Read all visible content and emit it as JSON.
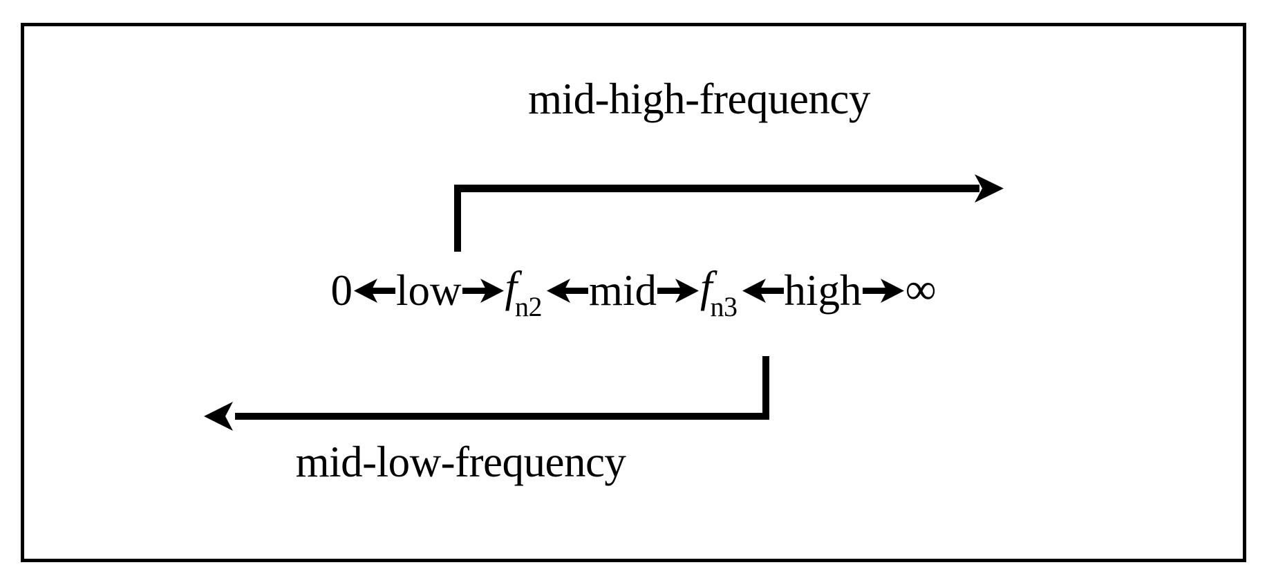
{
  "figure": {
    "type": "frequency-band-diagram",
    "border_color": "#000000",
    "background_color": "#ffffff",
    "stroke_color": "#000000"
  },
  "labels": {
    "top": "mid-high-frequency",
    "bottom": "mid-low-frequency"
  },
  "axis": {
    "start": "0",
    "end": "∞",
    "bands": [
      {
        "name": "low",
        "label": "low"
      },
      {
        "name": "mid",
        "label": "mid"
      },
      {
        "name": "high",
        "label": "high"
      }
    ],
    "boundaries": [
      {
        "symbol": "f",
        "subscript": "n2"
      },
      {
        "symbol": "f",
        "subscript": "n3"
      }
    ],
    "arrows": [
      {
        "name": "low-to-zero",
        "direction": "left"
      },
      {
        "name": "low-to-fn2",
        "direction": "right"
      },
      {
        "name": "mid-to-fn2",
        "direction": "left"
      },
      {
        "name": "mid-to-fn3",
        "direction": "right"
      },
      {
        "name": "high-to-fn3",
        "direction": "left"
      },
      {
        "name": "high-to-inf",
        "direction": "right"
      }
    ]
  },
  "brackets": {
    "top": {
      "name": "mid-high-frequency-bracket",
      "direction": "right",
      "from_boundary": "f_n2",
      "to": "∞"
    },
    "bottom": {
      "name": "mid-low-frequency-bracket",
      "direction": "left",
      "from_boundary": "f_n3",
      "to": "0"
    }
  }
}
